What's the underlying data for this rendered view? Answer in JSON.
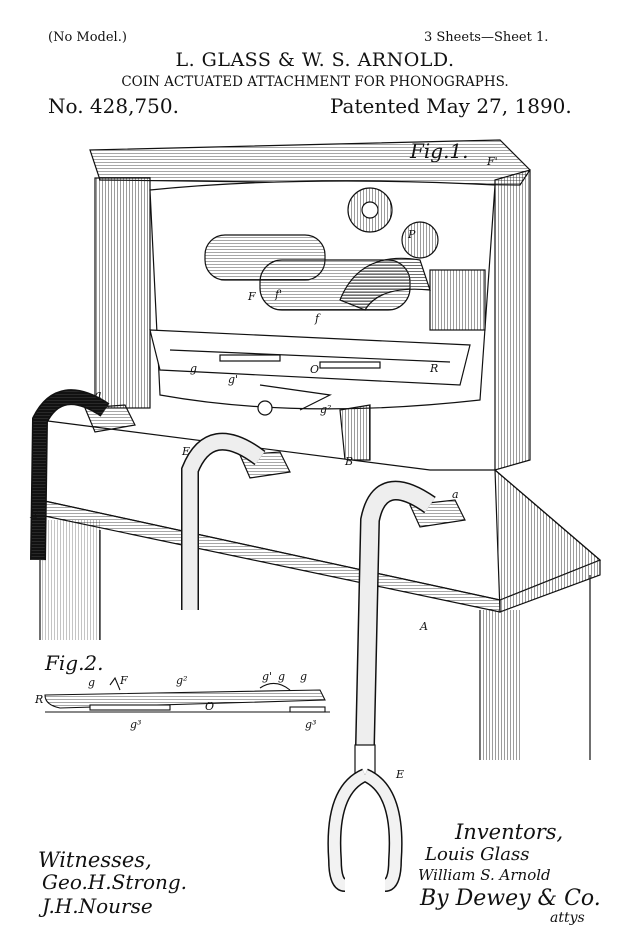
{
  "header": {
    "model_note": "(No Model.)",
    "sheets": "3 Sheets—Sheet 1.",
    "inventors": "L. GLASS & W. S. ARNOLD.",
    "title": "COIN ACTUATED ATTACHMENT FOR PHONOGRAPHS.",
    "patent_number": "No. 428,750.",
    "patent_date": "Patented May 27, 1890."
  },
  "figures": {
    "fig1_label": "Fig.1.",
    "fig2_label": "Fig.2.",
    "fig1_refs": [
      "F'",
      "P",
      "F",
      "f'",
      "f",
      "O",
      "R",
      "g",
      "g'",
      "g²",
      "a",
      "E",
      "B",
      "A",
      "a"
    ],
    "fig2_refs": [
      "R",
      "g",
      "F",
      "g²",
      "g'",
      "g",
      "g",
      "O",
      "g³",
      "g³"
    ],
    "tube_ref": "E"
  },
  "signatures": {
    "witnesses_label": "Witnesses,",
    "witness_1": "Geo.H.Strong.",
    "witness_2": "J.H.Nourse",
    "inventors_label": "Inventors,",
    "inventor_1": "Louis Glass",
    "inventor_2": "William S. Arnold",
    "attorney": "By Dewey & Co.",
    "attorney_abbr": "attys"
  }
}
